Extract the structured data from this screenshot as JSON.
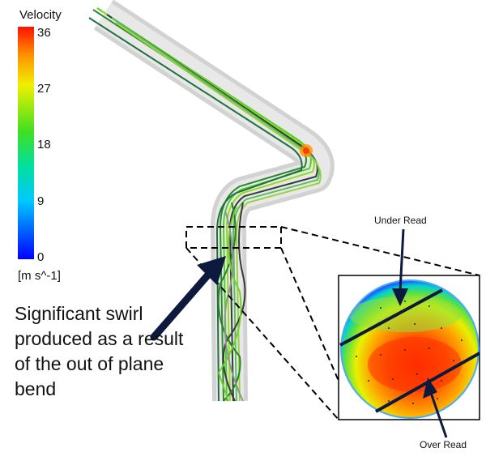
{
  "legend": {
    "title": "Velocity",
    "ticks": [
      "36",
      "27",
      "18",
      "9",
      "0"
    ],
    "units": "[m s^-1]"
  },
  "annotation": {
    "note": "Significant swirl produced as a result of the out of plane bend",
    "under_read": "Under Read",
    "over_read": "Over Read"
  },
  "colors": {
    "scale": [
      "#0000ff",
      "#00c0ff",
      "#00e0a0",
      "#20e020",
      "#e0e000",
      "#ff8000",
      "#ff0000"
    ],
    "arrow": "#0d1a3d",
    "pipe": "#c8c8c8"
  }
}
